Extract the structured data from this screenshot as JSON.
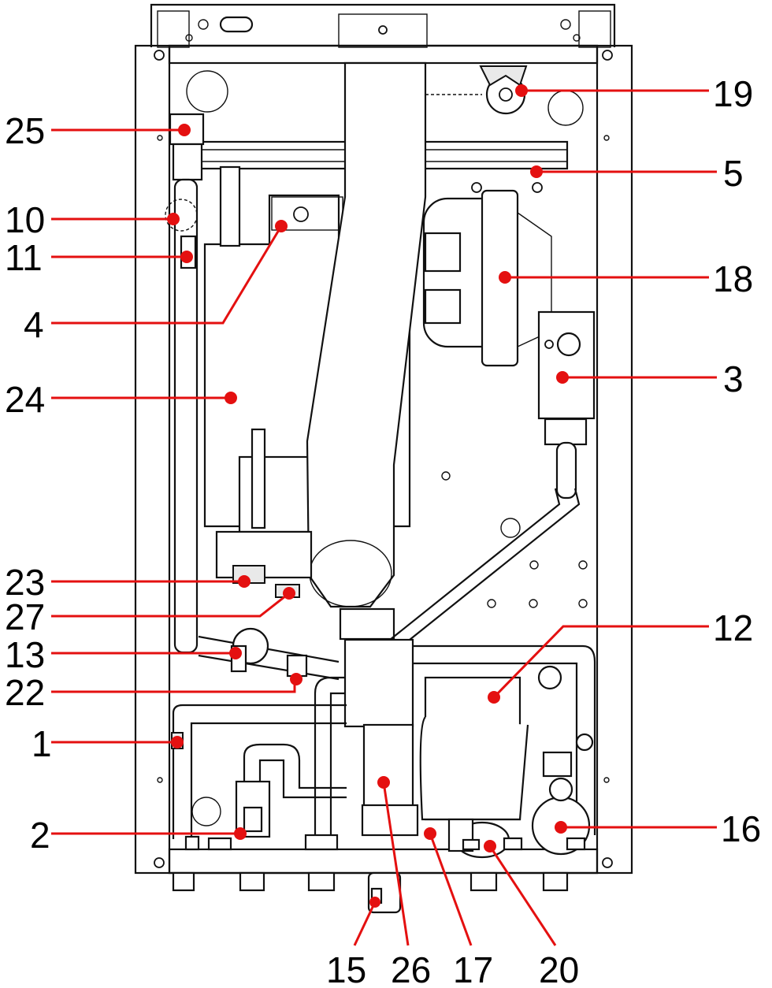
{
  "colors": {
    "callout": "#e41010",
    "line_art": "#111111",
    "background": "#ffffff"
  },
  "callouts": [
    {
      "id": "c19",
      "label": "19"
    },
    {
      "id": "c25",
      "label": "25"
    },
    {
      "id": "c5",
      "label": "5"
    },
    {
      "id": "c10",
      "label": "10"
    },
    {
      "id": "c11",
      "label": "11"
    },
    {
      "id": "c18",
      "label": "18"
    },
    {
      "id": "c4",
      "label": "4"
    },
    {
      "id": "c3",
      "label": "3"
    },
    {
      "id": "c24",
      "label": "24"
    },
    {
      "id": "c23",
      "label": "23"
    },
    {
      "id": "c27",
      "label": "27"
    },
    {
      "id": "c12",
      "label": "12"
    },
    {
      "id": "c13",
      "label": "13"
    },
    {
      "id": "c22",
      "label": "22"
    },
    {
      "id": "c1",
      "label": "1"
    },
    {
      "id": "c16",
      "label": "16"
    },
    {
      "id": "c2",
      "label": "2"
    },
    {
      "id": "c15",
      "label": "15"
    },
    {
      "id": "c26",
      "label": "26"
    },
    {
      "id": "c17",
      "label": "17"
    },
    {
      "id": "c20",
      "label": "20"
    }
  ]
}
